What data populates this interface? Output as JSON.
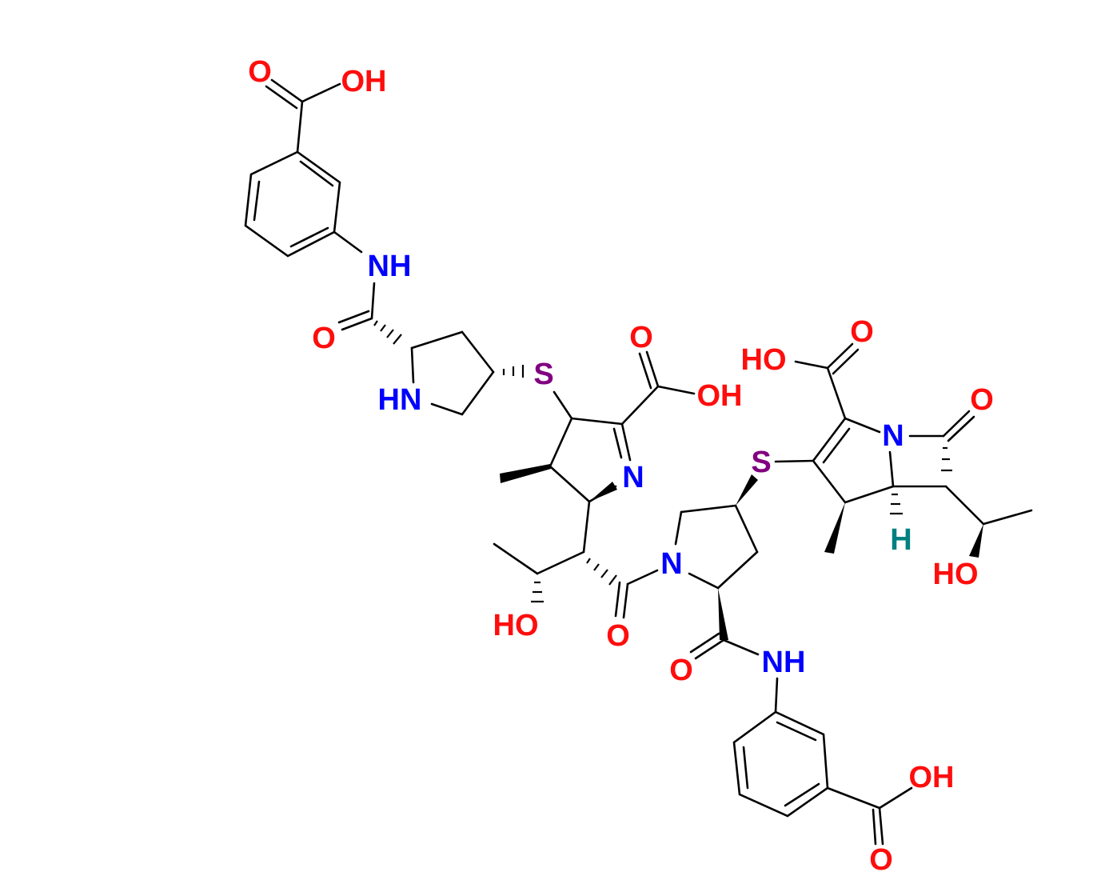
{
  "colors": {
    "oxygen": "#ff0d0d",
    "nitrogen": "#0000ff",
    "sulfur": "#800080",
    "hydrogen": "#008080",
    "bond": "#000000"
  },
  "atoms": {
    "o1": "O",
    "oh1": "OH",
    "nh1": "NH",
    "o2": "O",
    "hn1": "HN",
    "s1": "S",
    "o3": "O",
    "oh2": "OH",
    "n1": "N",
    "ho1": "HO",
    "o4": "O",
    "n2": "N",
    "s2": "S",
    "o5": "O",
    "nh2": "NH",
    "oh3": "OH",
    "o6": "O",
    "ho2": "HO",
    "o7": "O",
    "n3": "N",
    "o8": "O",
    "h1": "H",
    "ho3": "HO"
  }
}
